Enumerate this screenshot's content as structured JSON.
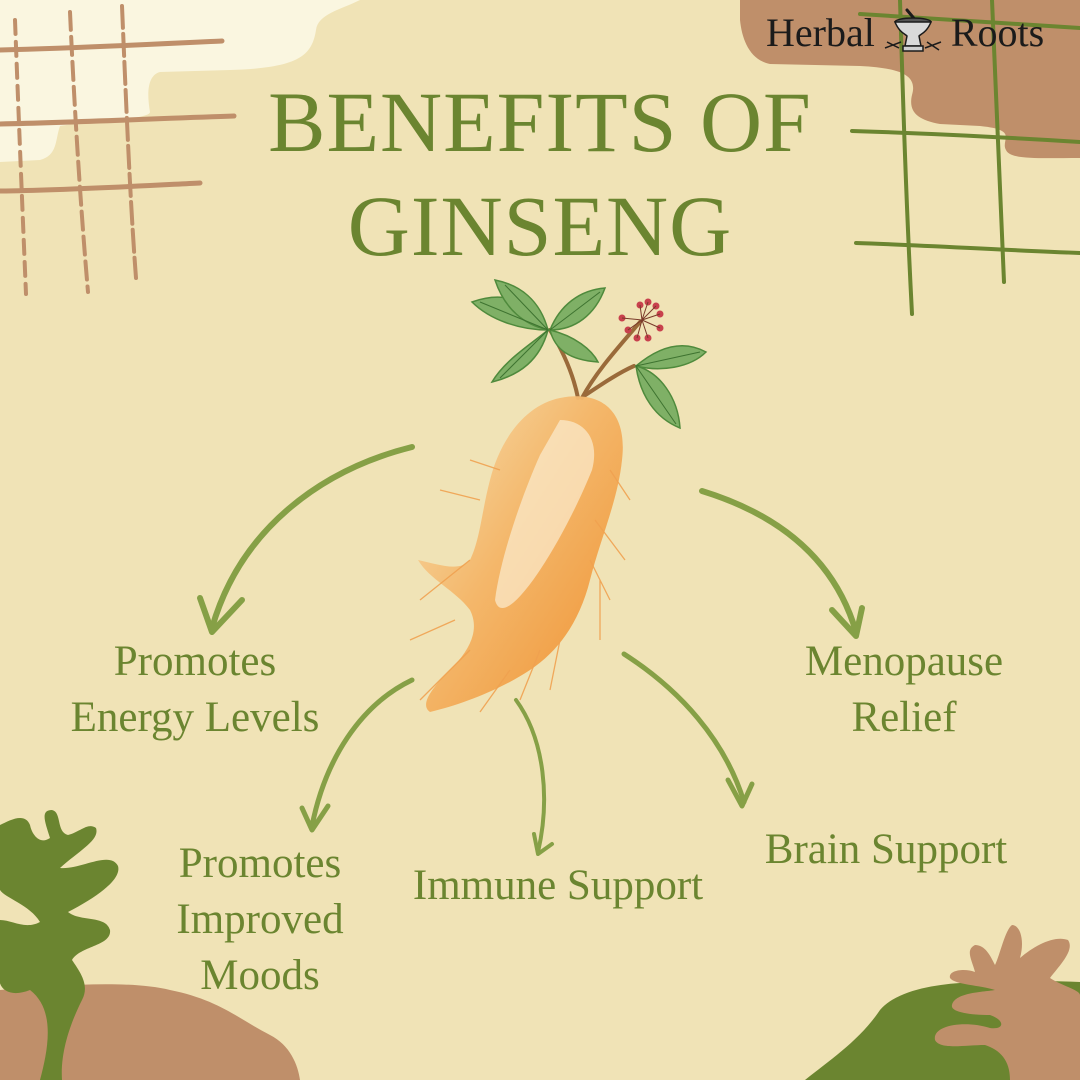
{
  "brand": {
    "name_left": "Herbal",
    "name_right": "Roots",
    "logo_icon": "mortar-and-pestle-icon"
  },
  "title": {
    "line1": "BENEFITS OF",
    "line2": "GINSENG"
  },
  "illustration": {
    "subject": "ginseng-root-with-leaves-and-berries"
  },
  "benefits": [
    {
      "lines": [
        "Promotes",
        "Energy Levels"
      ]
    },
    {
      "lines": [
        "Promotes",
        "Improved",
        "Moods"
      ]
    },
    {
      "lines": [
        "Immune Support"
      ]
    },
    {
      "lines": [
        "Brain Support"
      ]
    },
    {
      "lines": [
        "Menopause",
        "Relief"
      ]
    }
  ],
  "colors": {
    "background": "#f0e3b6",
    "cream_patch": "#faf6e0",
    "title_green": "#6b8530",
    "arrow_green": "#86a046",
    "dark_green": "#6b8530",
    "tan": "#bf8f6a",
    "logo_text": "#1b1b1b"
  }
}
